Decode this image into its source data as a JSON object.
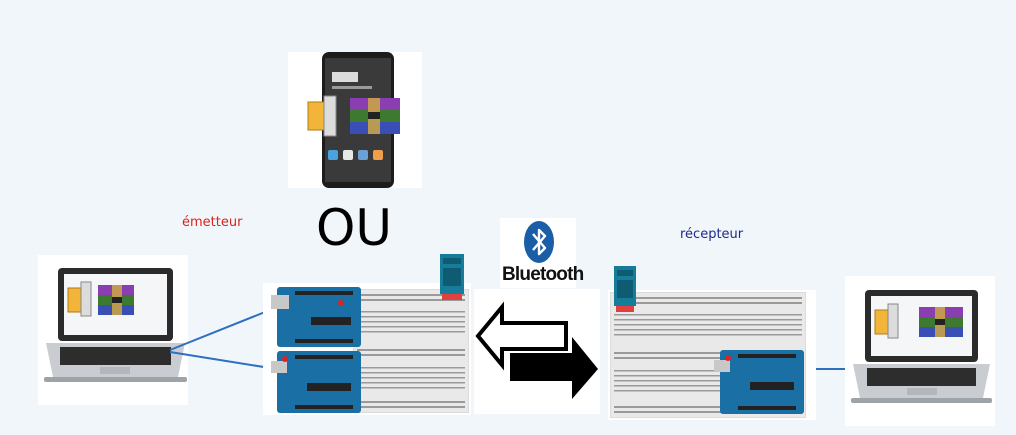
{
  "labels": {
    "emitter": "émetteur",
    "or": "OU",
    "receiver": "récepteur",
    "bluetooth": "Bluetooth"
  },
  "colors": {
    "emitter_label": "#d4261f",
    "receiver_label": "#1f2a8a",
    "wire": "#2f6fc0",
    "arduino_board": "#1a6fa5",
    "breadboard": "#e9e9e9",
    "bt_module": "#157d9a",
    "bluetooth_logo": "#1b5ea8"
  },
  "icons": [
    "laptop-icon",
    "smartphone-icon",
    "winrar-archive-icon",
    "bluetooth-icon",
    "arduino-board-icon",
    "breadboard-icon",
    "bluetooth-module-icon",
    "bidirectional-arrows-icon"
  ]
}
